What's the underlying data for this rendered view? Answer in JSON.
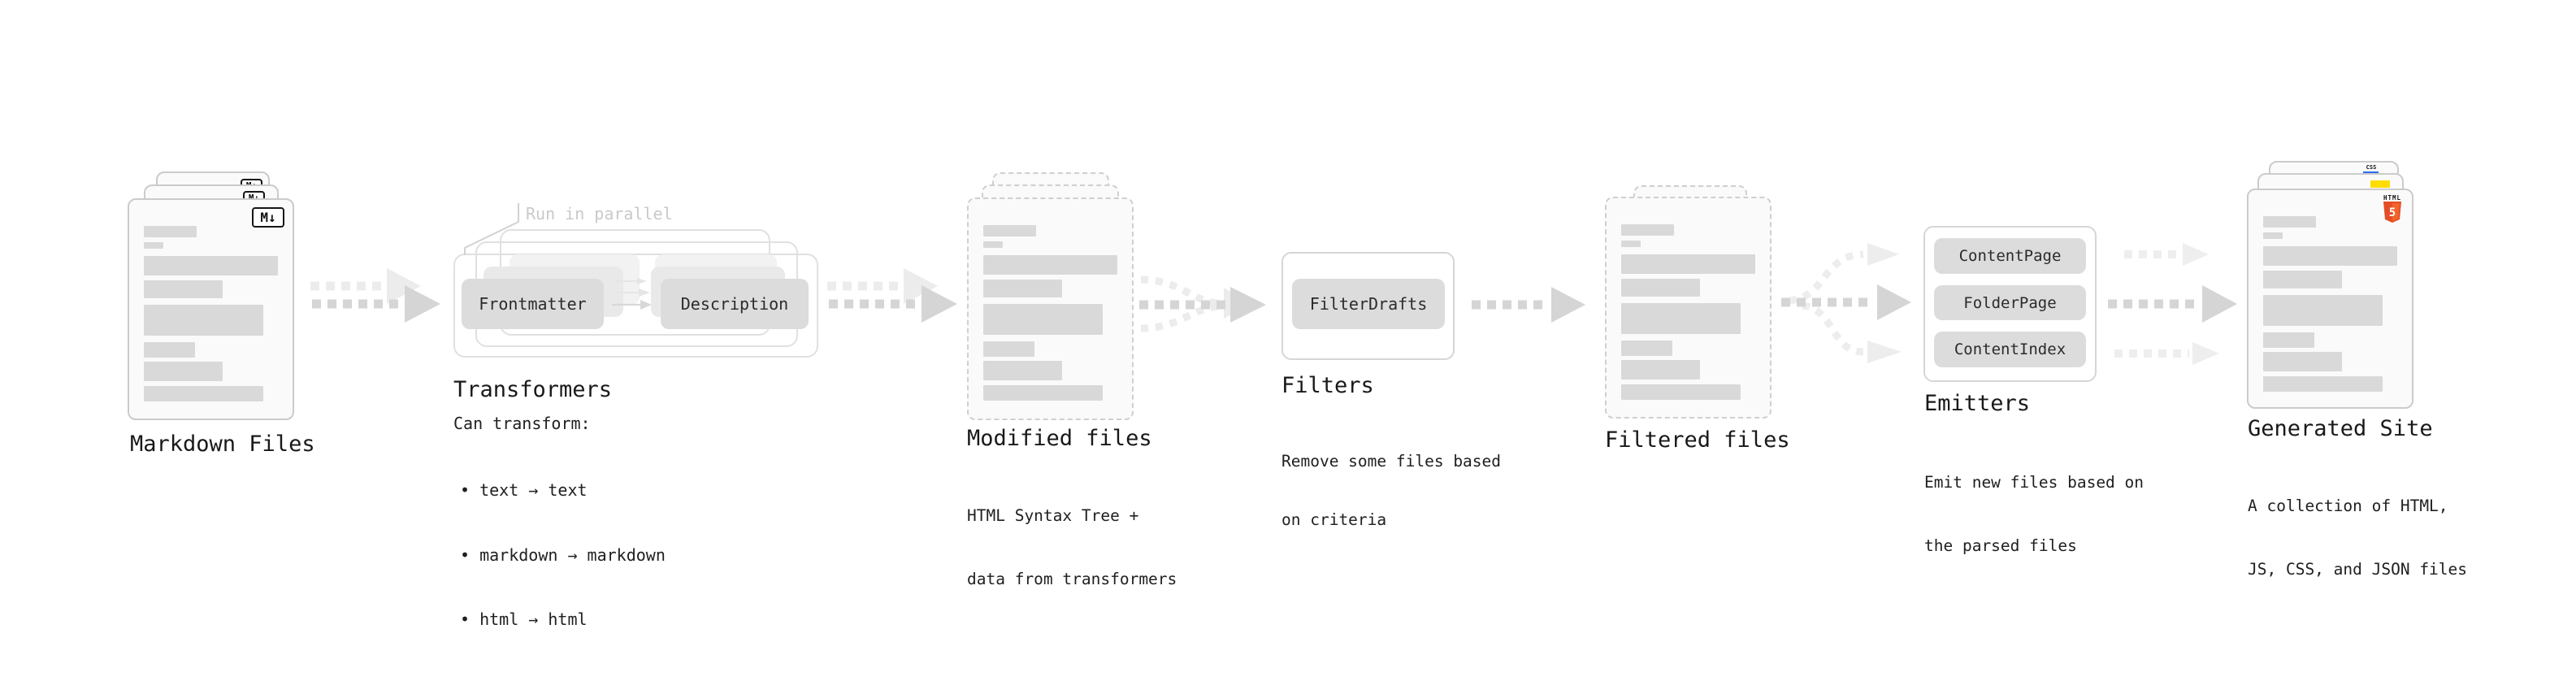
{
  "stages": {
    "markdown": {
      "label": "Markdown Files"
    },
    "transformers": {
      "label": "Transformers",
      "note": "Run in parallel",
      "step1": "Frontmatter",
      "step2": "Description",
      "desc_title": "Can transform:",
      "bullets": [
        "• text → text",
        "• markdown → markdown",
        "• html → html"
      ]
    },
    "modified": {
      "label": "Modified files",
      "desc_line1": "HTML Syntax Tree +",
      "desc_line2": "data from transformers"
    },
    "filters": {
      "label": "Filters",
      "step1": "FilterDrafts",
      "desc_line1": "Remove some files based",
      "desc_line2": "on criteria"
    },
    "filtered": {
      "label": "Filtered files"
    },
    "emitters": {
      "label": "Emitters",
      "step1": "ContentPage",
      "step2": "FolderPage",
      "step3": "ContentIndex",
      "desc_line1": "Emit new files based on",
      "desc_line2": "the parsed files"
    },
    "generated": {
      "label": "Generated Site",
      "desc_line1": "A collection of HTML,",
      "desc_line2": "JS, CSS, and JSON files"
    }
  },
  "badges": {
    "markdown": "M↓",
    "css_label": "CSS",
    "html_label": "HTML",
    "html_numeral": "5"
  },
  "colors": {
    "html5_orange": "#e44d26",
    "html5_orange_light": "#f16529",
    "js_yellow": "#ffdd00",
    "css_blue": "#2c6bed",
    "arrow_dark": "#d5d5d5",
    "arrow_light": "#ececec"
  }
}
